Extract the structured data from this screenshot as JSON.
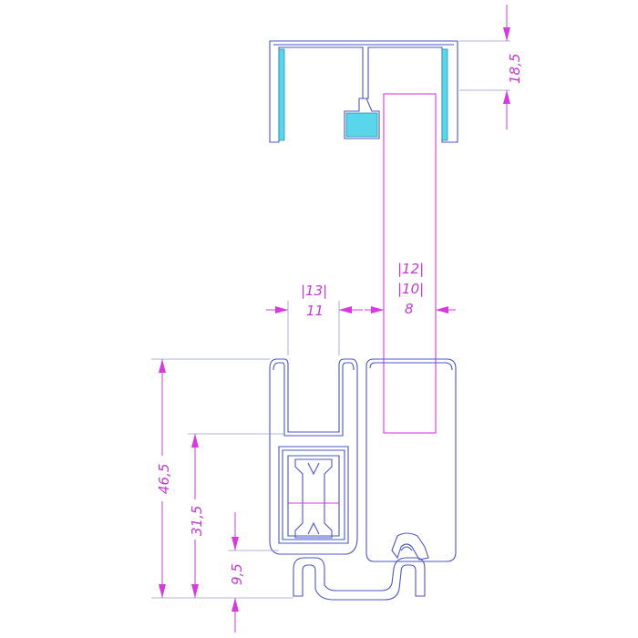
{
  "dimensions": {
    "top_height": "18,5",
    "left_width_a": "|13|",
    "left_width_b": "11",
    "right_width_a": "|12|",
    "right_width_b": "|10|",
    "right_width_c": "8",
    "height_total": "46,5",
    "height_mid": "31,5",
    "height_low": "9,5"
  },
  "colors": {
    "profile": "#4a55c8",
    "seal": "#5ad6ea",
    "dimension": "#d63adf"
  }
}
